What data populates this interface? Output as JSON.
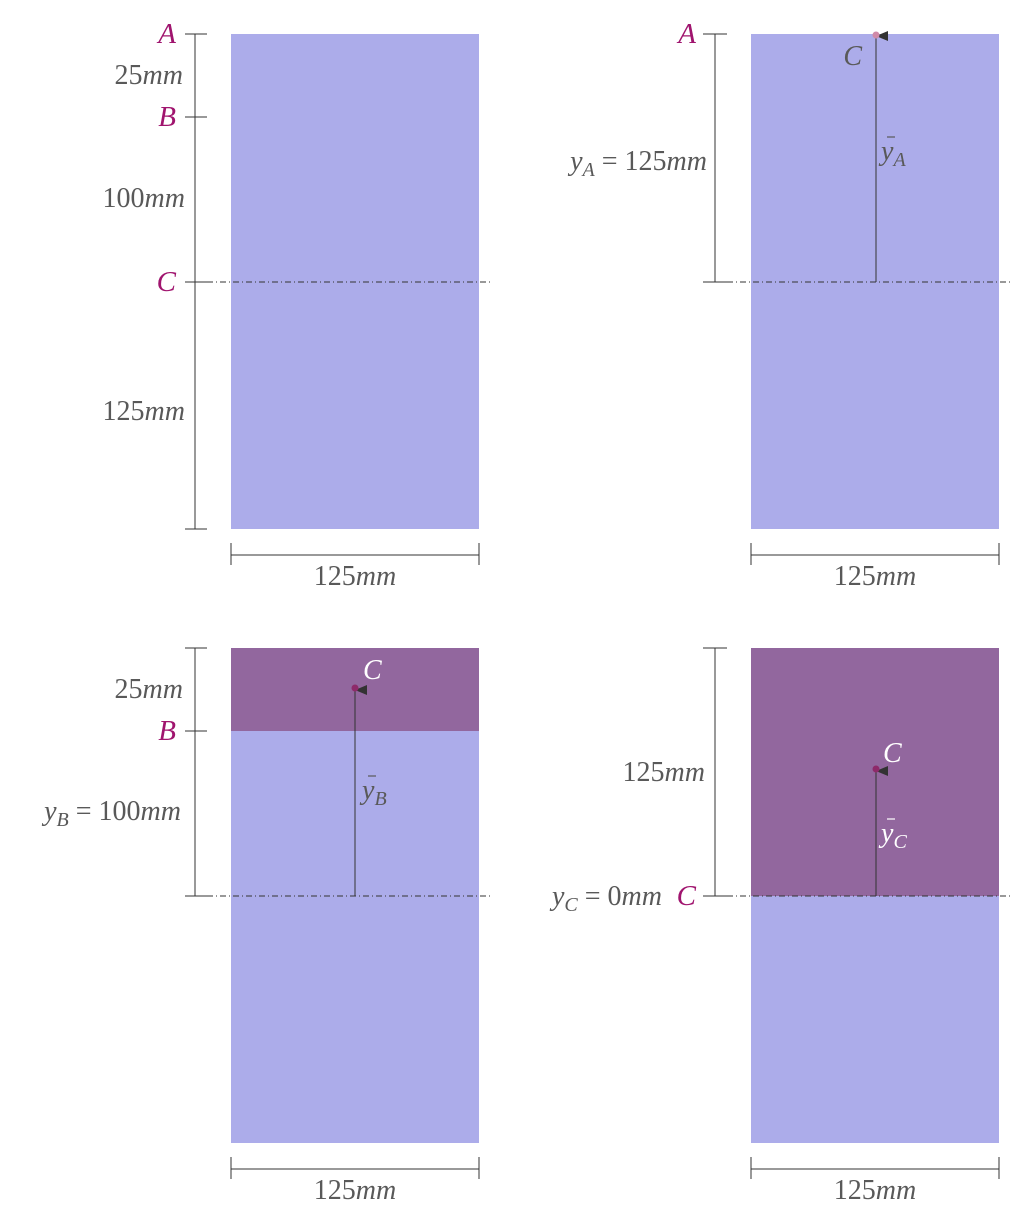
{
  "colors": {
    "section_fill": "#acacea",
    "highlight_fill": "#92679e",
    "point_label": "#a0146e",
    "dimension_text": "#595959",
    "line": "#333333",
    "centroid_dot": "#8e2a6a"
  },
  "panels": [
    {
      "id": "top-left",
      "points": {
        "a": "A",
        "b": "B",
        "c": "C"
      },
      "dims": {
        "seg1_value": "25",
        "seg1_unit": "mm",
        "seg2_value": "100",
        "seg2_unit": "mm",
        "seg3_value": "125",
        "seg3_unit": "mm",
        "width_value": "125",
        "width_unit": "mm"
      }
    },
    {
      "id": "top-right",
      "points": {
        "a": "A"
      },
      "centroid_label": "C",
      "ybar": {
        "base": "y",
        "sub": "A"
      },
      "dims": {
        "y_label": {
          "base": "y",
          "sub": "A",
          "rest": " = 125",
          "unit": "mm"
        },
        "width_value": "125",
        "width_unit": "mm"
      }
    },
    {
      "id": "bottom-left",
      "points": {
        "b": "B"
      },
      "centroid_label": "C",
      "ybar": {
        "base": "y",
        "sub": "B"
      },
      "dims": {
        "seg1_value": "25",
        "seg1_unit": "mm",
        "y_label": {
          "base": "y",
          "sub": "B",
          "rest": " = 100",
          "unit": "mm"
        },
        "width_value": "125",
        "width_unit": "mm"
      }
    },
    {
      "id": "bottom-right",
      "points": {
        "c": "C"
      },
      "centroid_label": "C",
      "ybar": {
        "base": "y",
        "sub": "C"
      },
      "dims": {
        "height_value": "125",
        "height_unit": "mm",
        "y_label": {
          "base": "y",
          "sub": "C",
          "rest": " = 0",
          "unit": "mm"
        },
        "width_value": "125",
        "width_unit": "mm"
      }
    }
  ]
}
